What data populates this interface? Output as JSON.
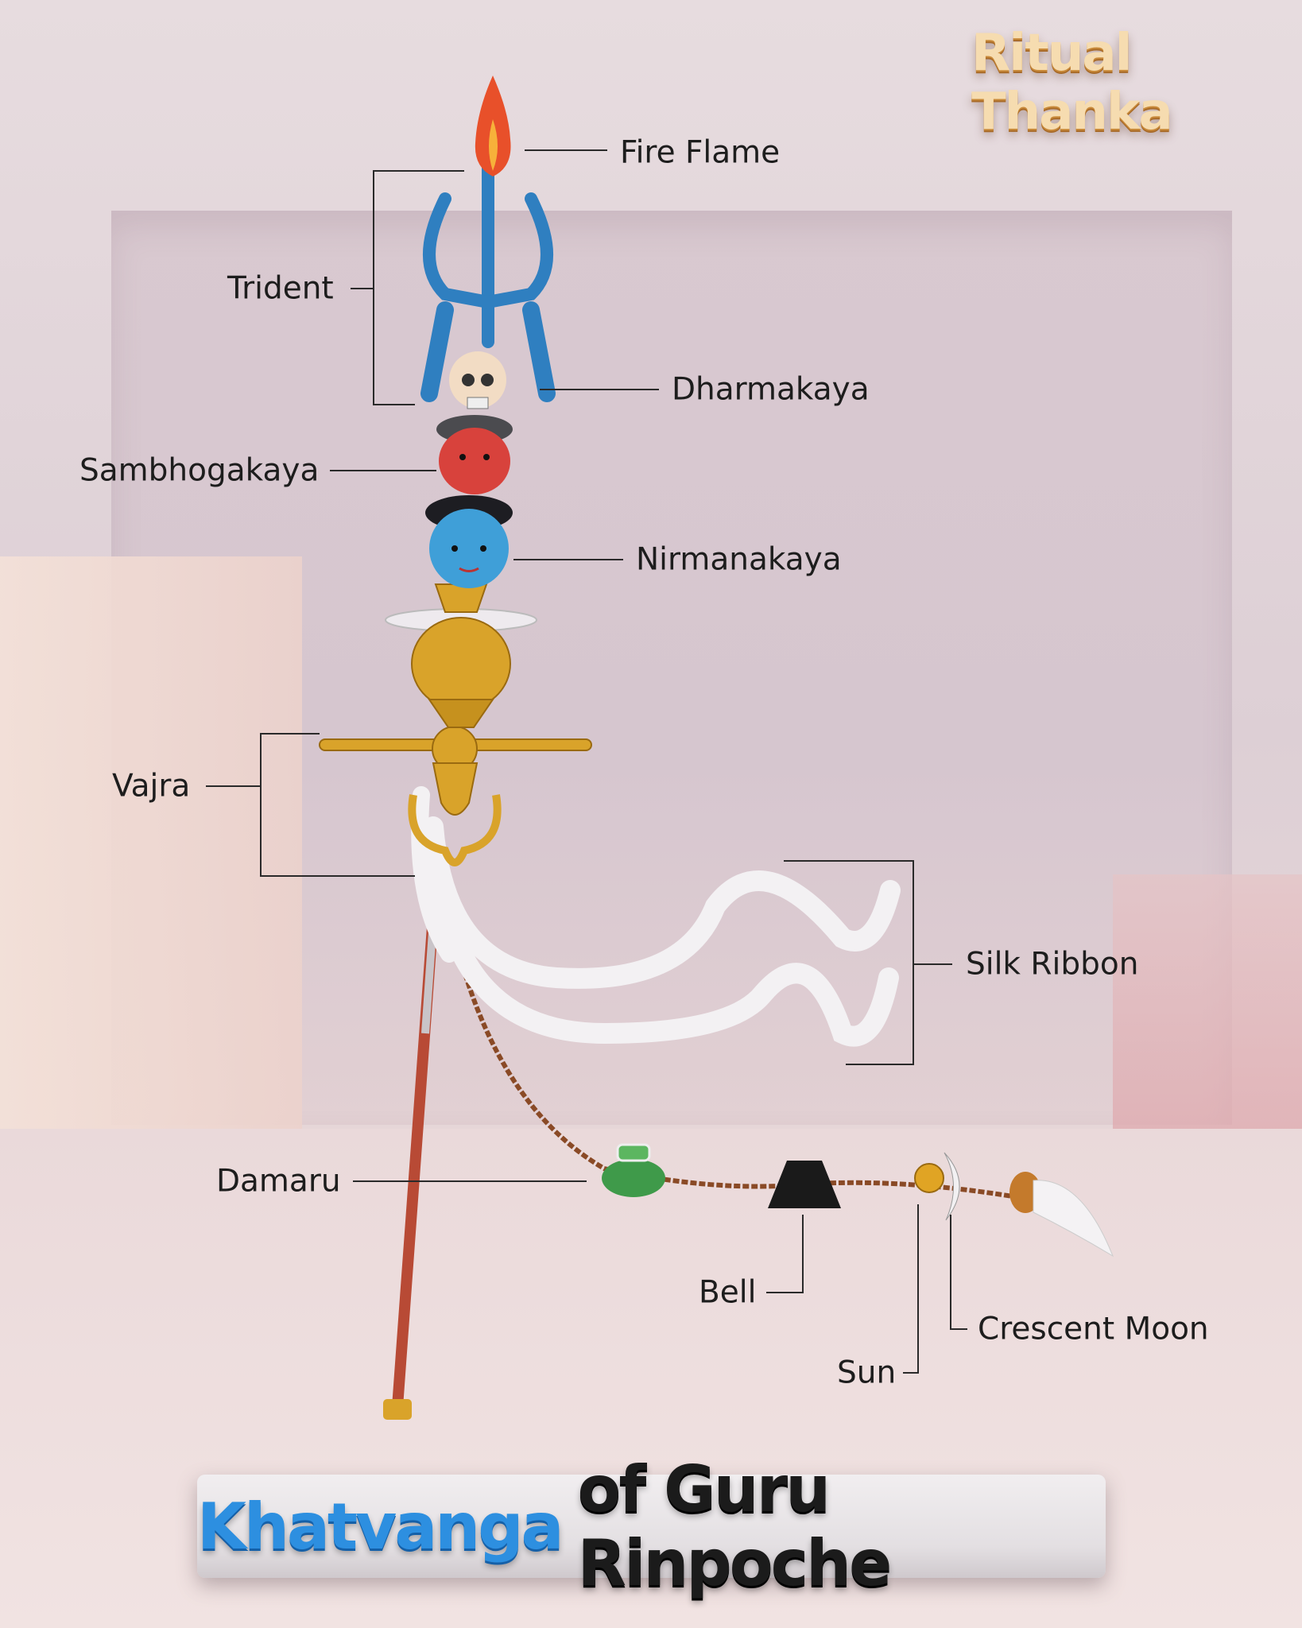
{
  "brand": "Ritual Thanka",
  "title": {
    "highlight": "Khatvanga",
    "rest": "of Guru Rinpoche"
  },
  "labels": {
    "fire_flame": "Fire Flame",
    "trident": "Trident",
    "dharmakaya": "Dharmakaya",
    "sambhogakaya": "Sambhogakaya",
    "nirmanakaya": "Nirmanakaya",
    "vajra": "Vajra",
    "silk_ribbon": "Silk Ribbon",
    "damaru": "Damaru",
    "bell": "Bell",
    "crescent_moon": "Crescent Moon",
    "sun": "Sun"
  },
  "colors": {
    "title_blue": "#2d8fe0",
    "gold": "#d9a32a",
    "trident_blue": "#2f7fc0",
    "staff_red": "#b84a35"
  }
}
